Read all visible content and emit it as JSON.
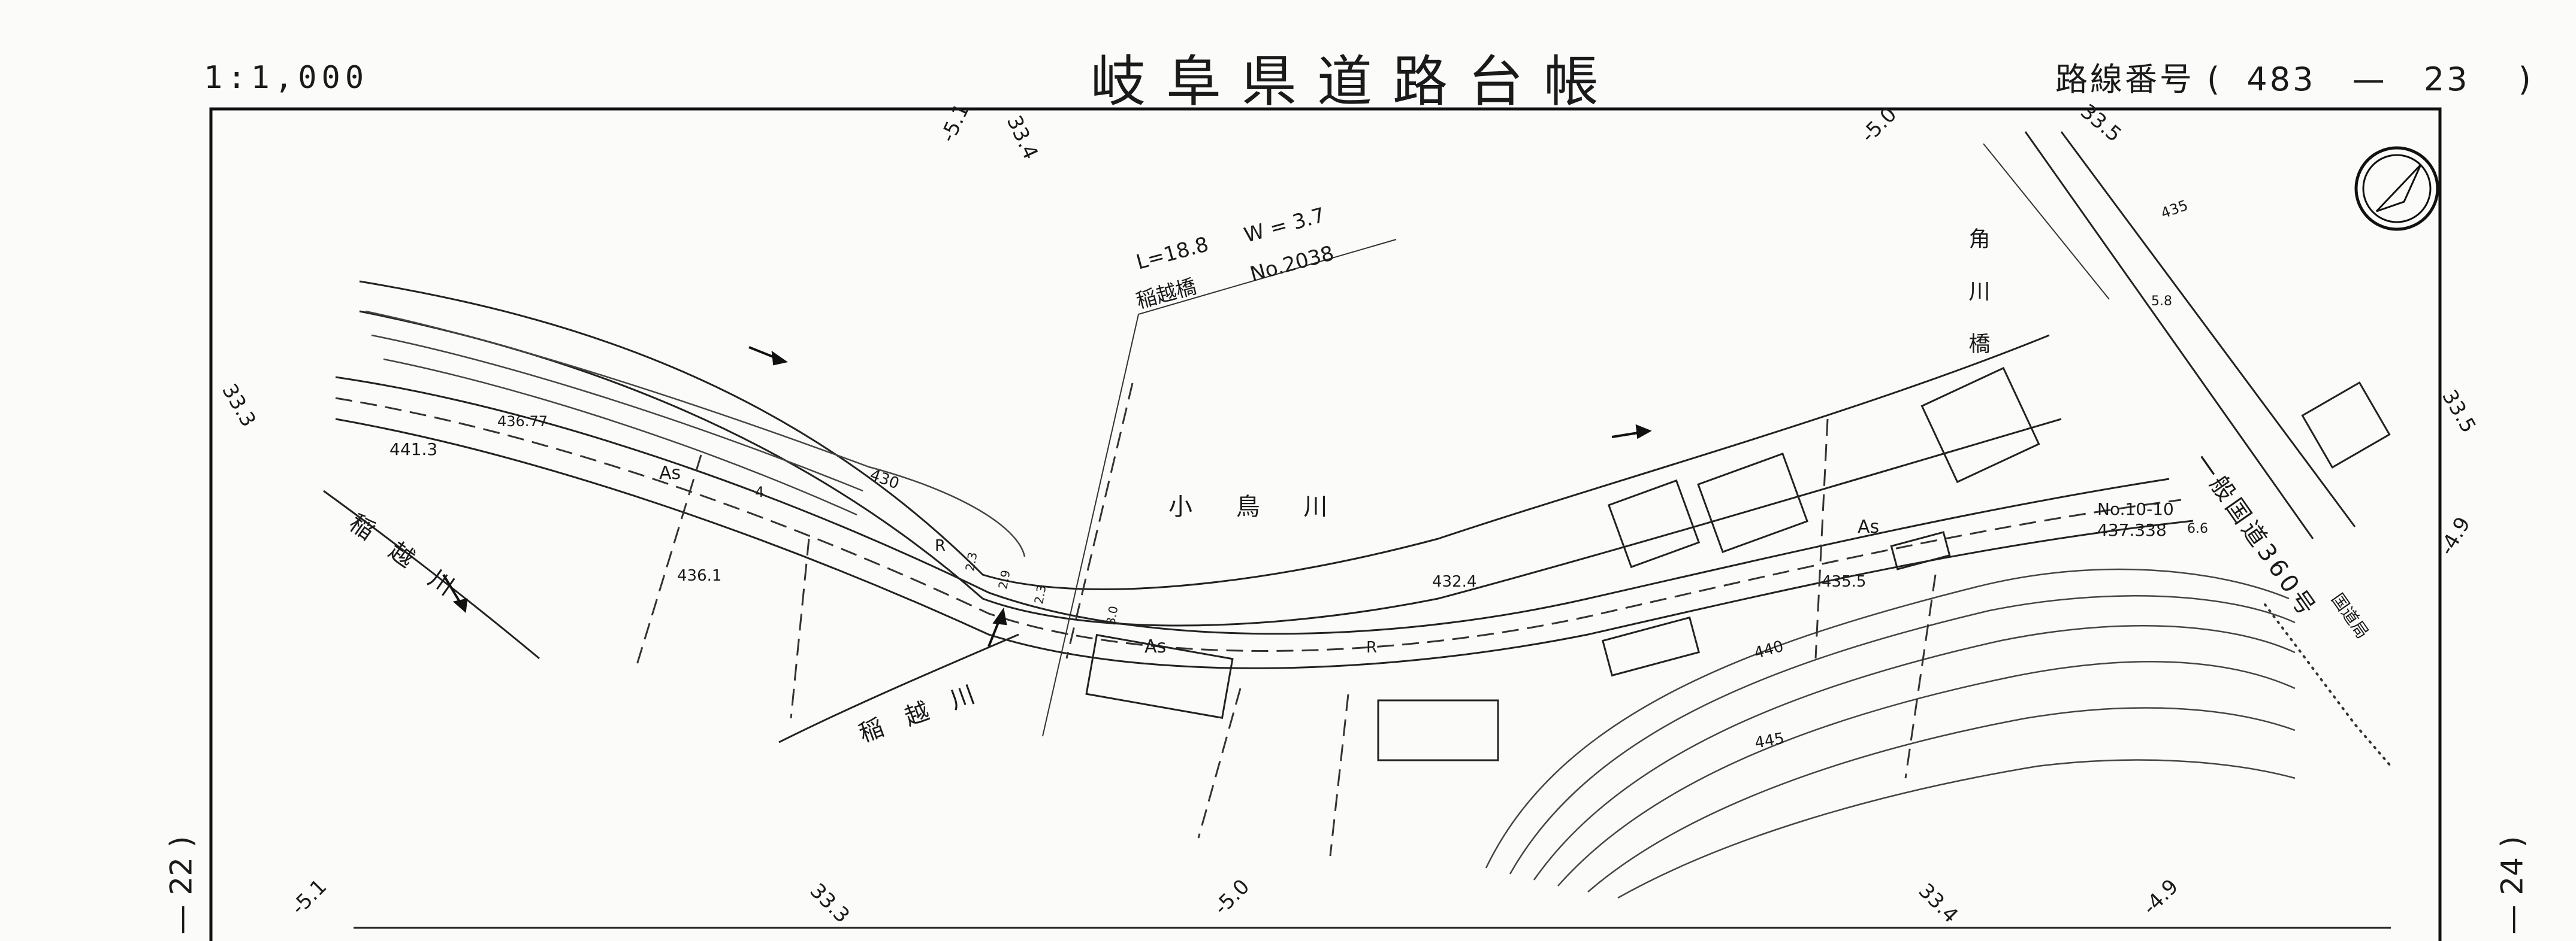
{
  "header": {
    "scale": "1:1,000",
    "title": "岐阜県道路台帳",
    "route_label": "路線番号",
    "route_open": "(",
    "route_num": "483",
    "route_sep": "—",
    "route_sheet": "23",
    "route_close": ")"
  },
  "side": {
    "left_sheet": "— 22 )",
    "right_sheet": "— 24 )"
  },
  "map": {
    "compass": "north-arrow-icon",
    "stations_top": [
      "-5.1",
      "33.4",
      "-5.0",
      "33.5"
    ],
    "stations_bottom": [
      "-5.1",
      "33.3",
      "-5.0",
      "33.4",
      "-4.9"
    ],
    "stations_left": [
      "33.3"
    ],
    "stations_right": [
      "33.5",
      "-4.9"
    ],
    "bridge_l": "L=18.8",
    "bridge_w": "W = 3.7",
    "bridge_name": "稲越橋",
    "bridge_no": "No.2038",
    "river_main": "小 鳥 川",
    "river_left": "稲 越 川",
    "river_lower": "稲 越 川",
    "bridge_right": "角 川 橋",
    "national_road": "一般国道360号",
    "national_road_sub": "国道局",
    "bm_no": "No.10-10",
    "bm_elev": "437.338",
    "bm_66": "6.6",
    "elev_441": "441.3",
    "elev_436_77": "436.77",
    "elev_436_1": "436.1",
    "elev_432_4": "432.4",
    "elev_435_5": "435.5",
    "elev_430": "430",
    "elev_440": "440",
    "elev_445": "445",
    "elev_435": "435",
    "elev_5_8": "5.8",
    "pave_as1": "As",
    "pave_as2": "As",
    "pave_as3": "As",
    "road_r1": "R",
    "road_r2": "R",
    "w_4": "4",
    "w_23": "2.3",
    "w_29": "2.9",
    "w_23b": "2.3",
    "w_30": "3.0"
  }
}
